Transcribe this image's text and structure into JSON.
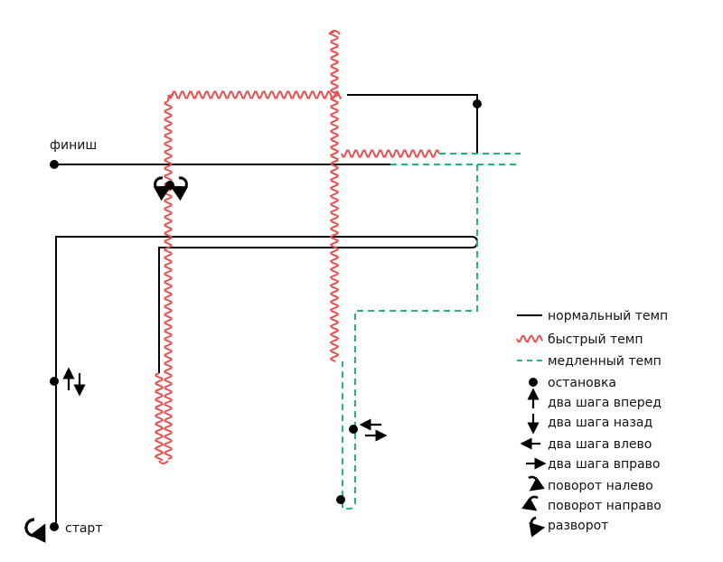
{
  "labels": {
    "finish": "финиш",
    "start": "старт"
  },
  "legend": {
    "items": [
      {
        "icon": "solid-line-icon",
        "label": "нормальный темп"
      },
      {
        "icon": "wavy-line-icon",
        "label": "быстрый темп"
      },
      {
        "icon": "dashed-line-icon",
        "label": "медленный темп"
      },
      {
        "icon": "stop-dot-icon",
        "label": "остановка"
      },
      {
        "icon": "arrow-up-icon",
        "label": "два шага вперед"
      },
      {
        "icon": "arrow-down-icon",
        "label": "два шага назад"
      },
      {
        "icon": "arrow-left-icon",
        "label": "два шага влево"
      },
      {
        "icon": "arrow-right-icon",
        "label": "два шага вправо"
      },
      {
        "icon": "turn-left-icon",
        "label": "поворот налево"
      },
      {
        "icon": "turn-right-icon",
        "label": "поворот направо"
      },
      {
        "icon": "u-turn-icon",
        "label": "разворот"
      }
    ]
  },
  "colors": {
    "normal": "#000000",
    "fast": "#e8504f",
    "slow": "#22b573",
    "stop": "#000000"
  }
}
